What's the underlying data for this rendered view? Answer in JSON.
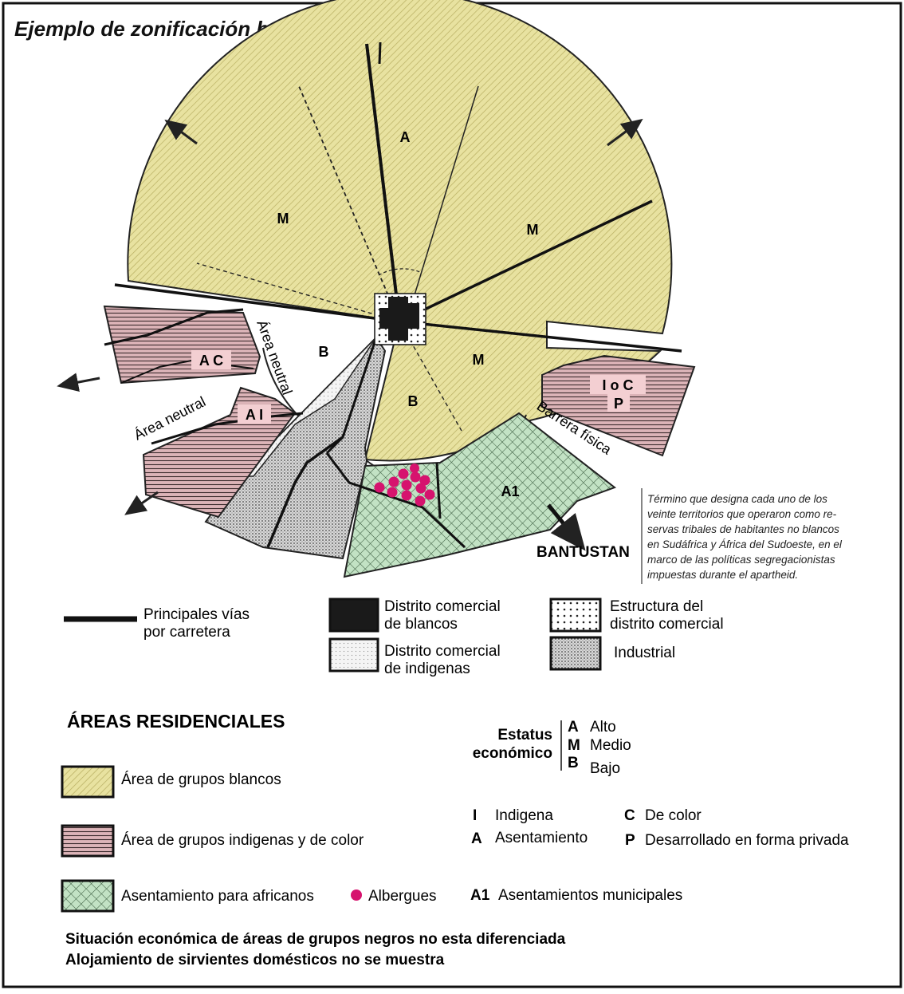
{
  "title": "Ejemplo de zonificación bajo el apartheid.",
  "zone_labels": {
    "A": "A",
    "M": "M",
    "B": "B",
    "AC": "A C",
    "AI": "A I",
    "IoC": "I o C",
    "P": "P",
    "A1": "A1"
  },
  "area_neutral": "Área neutral",
  "area_neutral_vertical": "Área neutral",
  "barrera_fisica": "Barrera física",
  "bantustan": {
    "label": "BANTUSTAN",
    "definition_lines": [
      "Término que designa cada uno de los",
      "veinte territorios que operaron como re-",
      "servas tribales de habitantes no blancos",
      "en Sudáfrica y África del Sudoeste, en el",
      "marco de las políticas segregacionistas",
      "impuestas durante el apartheid."
    ]
  },
  "legend": {
    "roads": [
      "Principales vías",
      "por carretera"
    ],
    "white_cbd": [
      "Distrito comercial",
      "de blancos"
    ],
    "indigenous_cbd": [
      "Distrito comercial",
      "de indigenas"
    ],
    "cbd_frame": [
      "Estructura del",
      "distrito comercial"
    ],
    "industrial": "Industrial"
  },
  "residential": {
    "heading": "ÁREAS RESIDENCIALES",
    "white_groups": "Área de grupos blancos",
    "indigenous_color_groups": "Área de grupos indigenas y de color",
    "african_settlement": "Asentamiento para africanos",
    "hostels": "Albergues"
  },
  "status": {
    "title_lines": [
      "Estatus",
      "económico"
    ],
    "items": [
      {
        "code": "A",
        "label": "Alto"
      },
      {
        "code": "M",
        "label": "Medio"
      },
      {
        "code": "B",
        "label": "Bajo"
      }
    ]
  },
  "codes": [
    {
      "code": "I",
      "label": "Indigena"
    },
    {
      "code": "C",
      "label": "De color"
    },
    {
      "code": "A",
      "label": "Asentamiento"
    },
    {
      "code": "P",
      "label": "Desarrollado en forma privada"
    },
    {
      "code": "A1",
      "label": "Asentamientos municipales"
    }
  ],
  "footnotes": [
    "Situación económica de áreas de grupos negros no esta diferenciada",
    "Alojamiento de sirvientes domésticos no se muestra"
  ],
  "colors": {
    "white_area": "#e8e2a0",
    "colored_area": "#dcb4b8",
    "settlement": "#c2e2c4",
    "hostel": "#d6136e",
    "label_box": "#f3cfd2"
  }
}
